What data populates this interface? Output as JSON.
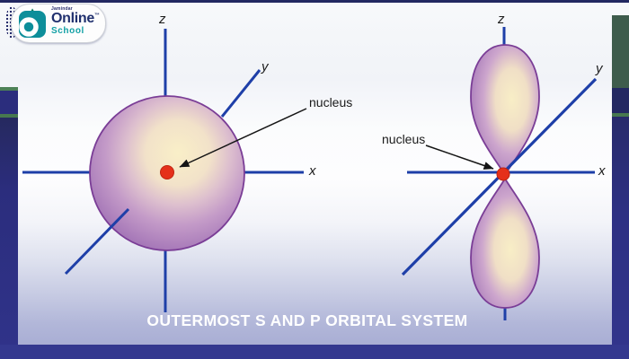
{
  "logo": {
    "tagline": "Jamindar",
    "brand": "Online",
    "trademark": "™",
    "school": "School"
  },
  "title": "OUTERMOST S AND P ORBITAL SYSTEM",
  "diagrams": {
    "s_orbital": {
      "z": "z",
      "y": "y",
      "x": "x",
      "nucleus_label": "nucleus"
    },
    "p_orbital": {
      "z": "z",
      "y": "y",
      "x": "x",
      "nucleus_label": "nucleus"
    }
  },
  "colors": {
    "axis_blue": "#1e3fa8",
    "orbital_outline": "#7a3d96",
    "orbital_fill_center": "#f8eec6",
    "orbital_fill_edge": "#9560a8",
    "nucleus_red": "#e5301a",
    "frame_navy": "#2b2d7d",
    "frame_green": "#3e6b4e",
    "title_text": "#ffffff"
  }
}
